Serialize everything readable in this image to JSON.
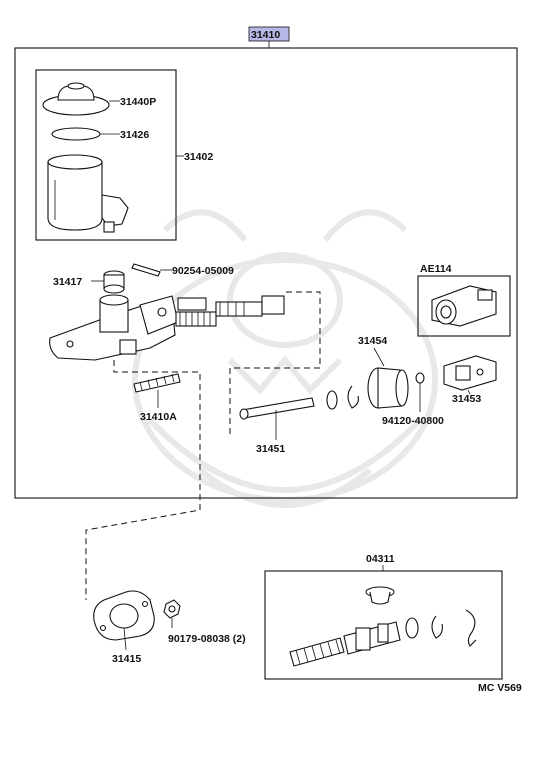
{
  "labels": {
    "assembly": "31410",
    "cap": "31440P",
    "gasket": "31426",
    "reservoir": "31402",
    "union": "31417",
    "pin": "90254-05009",
    "ae": "AE114",
    "spring": "31410A",
    "seat": "31454",
    "boot": "31453",
    "rod_nut": "94120-40800",
    "push_rod": "31451",
    "kit": "04311",
    "gasket_plate": "31415",
    "nut": "90179-08038 (2)",
    "code": "MC V569"
  }
}
